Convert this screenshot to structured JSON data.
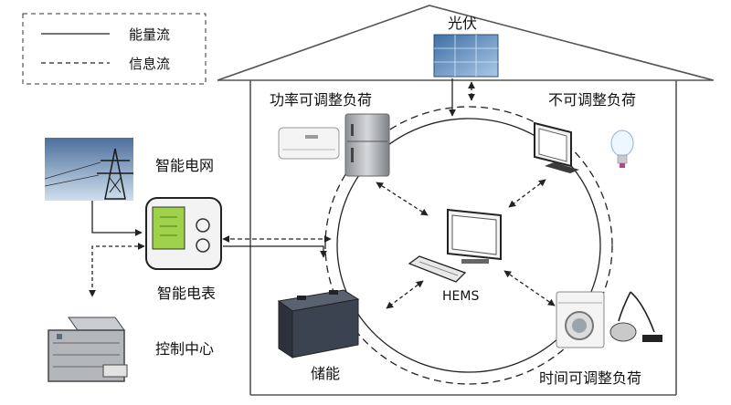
{
  "legend": {
    "energy_flow": "能量流",
    "info_flow": "信息流"
  },
  "nodes": {
    "solar": "光伏",
    "adjustable_load": "功率可调整负荷",
    "non_adjustable_load": "不可调整负荷",
    "smart_grid": "智能电网",
    "smart_meter": "智能电表",
    "hems": "HEMS",
    "storage": "储能",
    "control_center": "控制中心",
    "time_adjustable_load": "时间可调整负荷"
  },
  "colors": {
    "line": "#222222",
    "house": "#555555",
    "panel": "#6f9ccc",
    "meter_screen": "#9fd24a",
    "battery": "#3c4350"
  },
  "icons": [
    "solar-panel-icon",
    "air-conditioner-icon",
    "refrigerator-icon",
    "monitor-icon",
    "lightbulb-icon",
    "transmission-tower-icon",
    "smart-meter-icon",
    "computer-icon",
    "battery-icon",
    "server-icon",
    "washing-machine-icon",
    "vacuum-cleaner-icon"
  ]
}
